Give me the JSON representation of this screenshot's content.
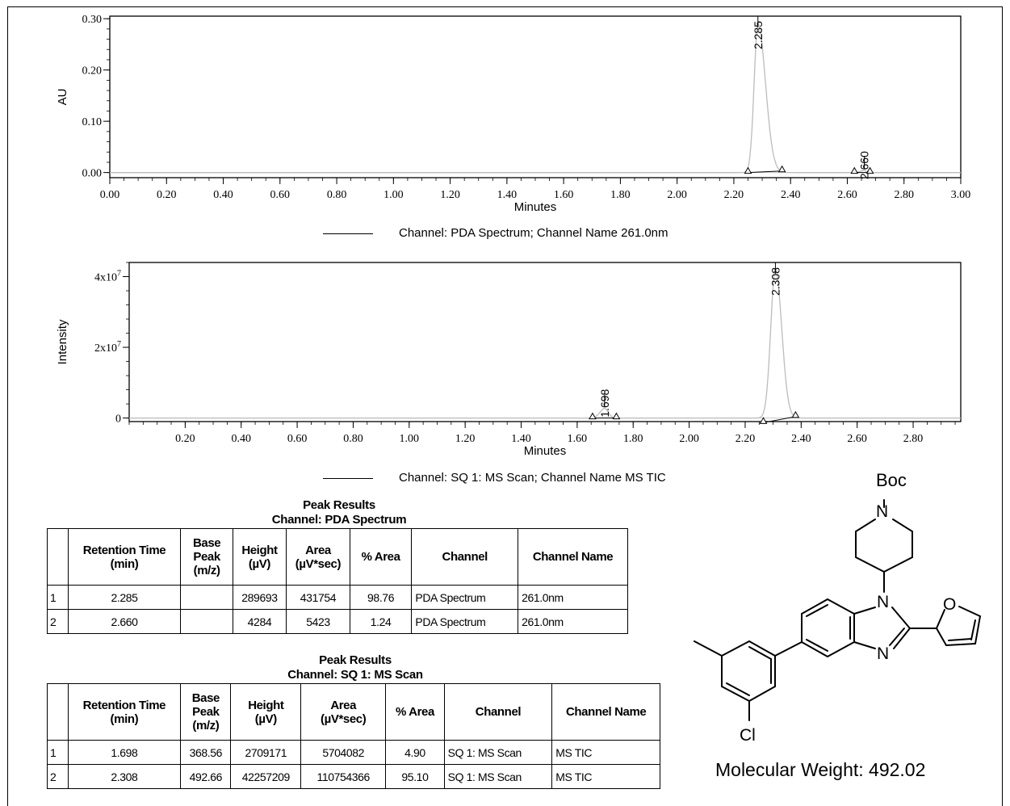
{
  "pda_chart": {
    "chart_data": {
      "type": "line",
      "xlabel": "Minutes",
      "ylabel": "AU",
      "xlim": [
        0.0,
        3.0
      ],
      "ylim": [
        -0.01,
        0.305
      ],
      "x_ticks": [
        "0.00",
        "0.20",
        "0.40",
        "0.60",
        "0.80",
        "1.00",
        "1.20",
        "1.40",
        "1.60",
        "1.80",
        "2.00",
        "2.20",
        "2.40",
        "2.60",
        "2.80",
        "3.00"
      ],
      "y_ticks": [
        "0.00",
        "0.10",
        "0.20",
        "0.30"
      ],
      "y_tick_values": [
        0.0,
        0.1,
        0.2,
        0.3
      ],
      "peaks": [
        {
          "label": "2.285",
          "rt": 2.285,
          "height": 0.29,
          "start": 2.25,
          "end": 2.37,
          "end_level": 0.003
        },
        {
          "label": "2.660",
          "rt": 2.66,
          "height": 0.004,
          "start": 2.625,
          "end": 2.68,
          "end_level": 0.0
        }
      ],
      "legend": "Channel: PDA Spectrum; Channel Name 261.0nm"
    }
  },
  "ms_chart": {
    "chart_data": {
      "type": "line",
      "xlabel": "Minutes",
      "ylabel": "Intensity",
      "xlim": [
        0.0,
        2.97
      ],
      "ylim": [
        -1000000,
        44000000
      ],
      "x_ticks": [
        "0.20",
        "0.40",
        "0.60",
        "0.80",
        "1.00",
        "1.20",
        "1.40",
        "1.60",
        "1.80",
        "2.00",
        "2.20",
        "2.40",
        "2.60",
        "2.80"
      ],
      "y_ticks": [
        "0",
        "2x10",
        "4x10"
      ],
      "y_tick_exponent": "7",
      "y_tick_values": [
        0,
        20000000,
        40000000
      ],
      "peaks": [
        {
          "label": "1.698",
          "rt": 1.698,
          "height": 2709171,
          "start": 1.655,
          "end": 1.74,
          "start_level": 0,
          "end_level": 0
        },
        {
          "label": "2.308",
          "rt": 2.308,
          "height": 42257209,
          "start": 2.265,
          "end": 2.38,
          "start_level": -1300000,
          "end_level": 400000
        }
      ],
      "legend": "Channel: SQ 1: MS Scan; Channel Name MS TIC"
    }
  },
  "table_pda": {
    "title_line1": "Peak Results",
    "title_line2": "Channel: PDA Spectrum",
    "headers": [
      "",
      "Retention Time (min)",
      "Base Peak (m/z)",
      "Height (µV)",
      "Area (µV*sec)",
      "% Area",
      "Channel",
      "Channel Name"
    ],
    "rows": [
      [
        "1",
        "2.285",
        "",
        "289693",
        "431754",
        "98.76",
        "PDA Spectrum",
        "261.0nm"
      ],
      [
        "2",
        "2.660",
        "",
        "4284",
        "5423",
        "1.24",
        "PDA Spectrum",
        "261.0nm"
      ]
    ]
  },
  "table_ms": {
    "title_line1": "Peak Results",
    "title_line2": "Channel: SQ 1: MS Scan",
    "headers": [
      "",
      "Retention Time (min)",
      "Base Peak (m/z)",
      "Height (µV)",
      "Area (µV*sec)",
      "% Area",
      "Channel",
      "Channel Name"
    ],
    "rows": [
      [
        "1",
        "1.698",
        "368.56",
        "2709171",
        "5704082",
        "4.90",
        "SQ 1: MS Scan",
        "MS TIC"
      ],
      [
        "2",
        "2.308",
        "492.66",
        "42257209",
        "110754366",
        "95.10",
        "SQ 1: MS Scan",
        "MS TIC"
      ]
    ]
  },
  "molecule": {
    "protecting_group": "Boc",
    "atoms": {
      "n1": "N",
      "n2": "N",
      "n3": "N",
      "o": "O",
      "cl": "Cl"
    },
    "molecular_weight": "Molecular Weight: 492.02"
  }
}
